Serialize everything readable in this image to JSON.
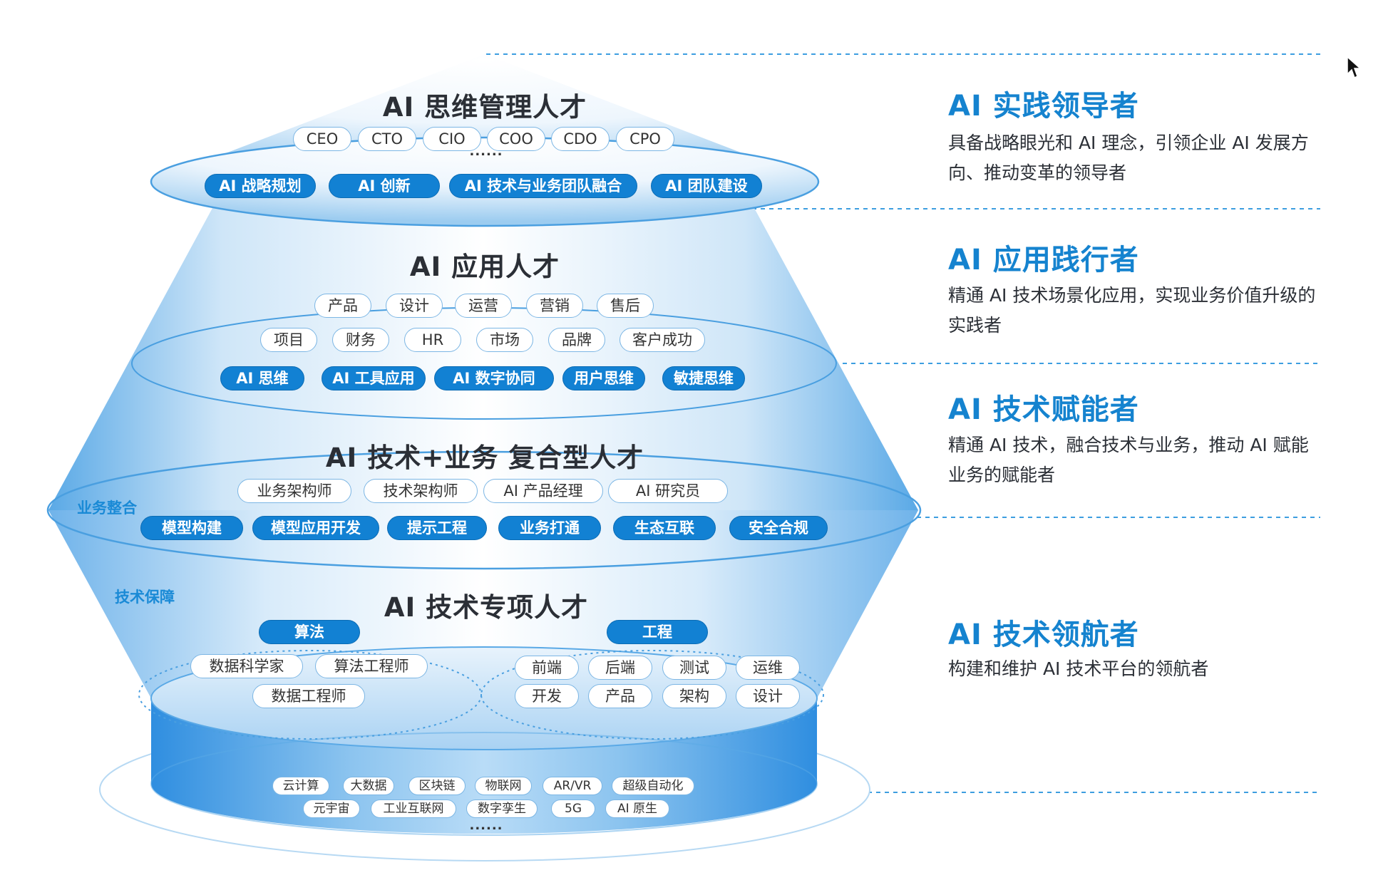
{
  "layers": {
    "thinking": {
      "title": "AI 思维管理人才",
      "roles": [
        "CEO",
        "CTO",
        "CIO",
        "COO",
        "CDO",
        "CPO"
      ],
      "more": "......",
      "skills": [
        "AI 战略规划",
        "AI 创新",
        "AI 技术与业务团队融合",
        "AI 团队建设"
      ]
    },
    "application": {
      "title": "AI 应用人才",
      "roles_row1": [
        "产品",
        "设计",
        "运营",
        "营销",
        "售后"
      ],
      "roles_row2": [
        "项目",
        "财务",
        "HR",
        "市场",
        "品牌",
        "客户成功"
      ],
      "skills": [
        "AI 思维",
        "AI 工具应用",
        "AI 数字协同",
        "用户思维",
        "敏捷思维"
      ]
    },
    "composite": {
      "title": "AI 技术+业务 复合型人才",
      "side_label": "业务整合",
      "roles": [
        "业务架构师",
        "技术架构师",
        "AI 产品经理",
        "AI 研究员"
      ],
      "skills": [
        "模型构建",
        "模型应用开发",
        "提示工程",
        "业务打通",
        "生态互联",
        "安全合规"
      ]
    },
    "specialist": {
      "title": "AI 技术专项人才",
      "side_label": "技术保障",
      "algorithm_label": "算法",
      "engineering_label": "工程",
      "algorithm_roles": [
        "数据科学家",
        "算法工程师",
        "数据工程师"
      ],
      "engineering_roles": [
        "前端",
        "后端",
        "测试",
        "运维",
        "开发",
        "产品",
        "架构",
        "设计"
      ]
    },
    "foundation": {
      "row1": [
        "云计算",
        "大数据",
        "区块链",
        "物联网",
        "AR/VR",
        "超级自动化"
      ],
      "row2": [
        "元宇宙",
        "工业互联网",
        "数字孪生",
        "5G",
        "AI 原生"
      ],
      "more": "......"
    }
  },
  "roles": [
    {
      "title": "AI 实践领导者",
      "desc": "具备战略眼光和 AI 理念，引领企业 AI 发展方向、推动变革的领导者"
    },
    {
      "title": "AI 应用践行者",
      "desc": "精通 AI 技术场景化应用，实现业务价值升级的实践者"
    },
    {
      "title": "AI 技术赋能者",
      "desc": "精通 AI 技术，融合技术与业务，推动 AI 赋能业务的赋能者"
    },
    {
      "title": "AI 技术领航者",
      "desc": "构建和维护 AI 技术平台的领航者"
    }
  ],
  "colors": {
    "accent": "#1583cf",
    "pill_fill": "#1281d3",
    "pill_border": "#7cb6e4",
    "outline": "#4a9fe0",
    "gradient_light": "#ffffff",
    "gradient_dark": "#5aa9e6"
  },
  "icons": {
    "cursor": "mouse-pointer-icon"
  }
}
